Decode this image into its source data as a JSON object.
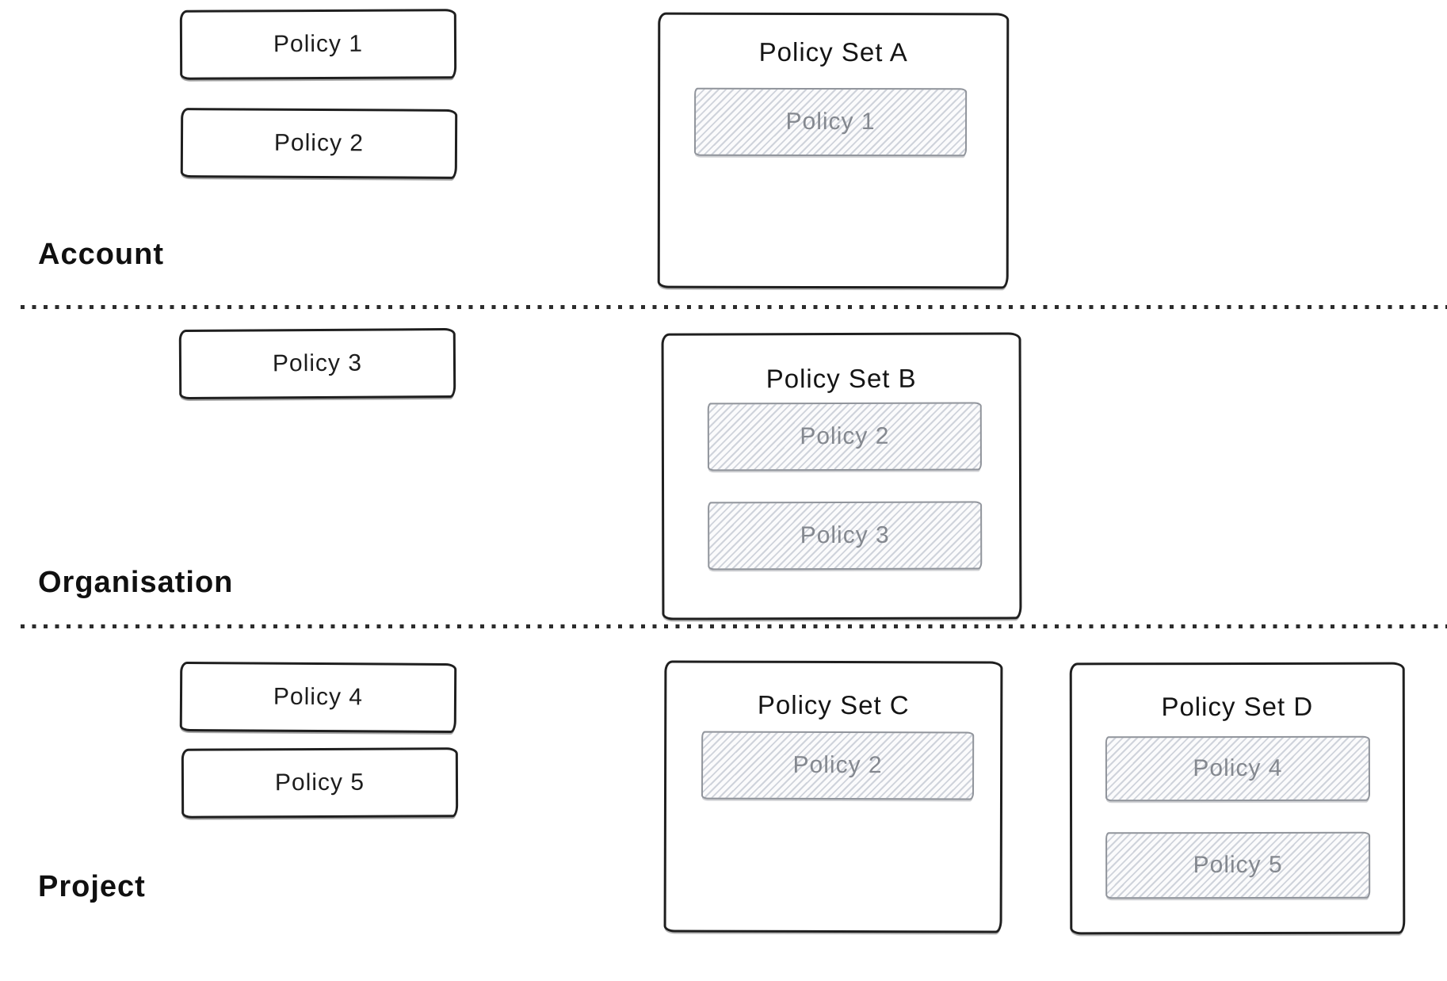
{
  "diagram": {
    "tiers": {
      "account": {
        "label": "Account"
      },
      "organisation": {
        "label": "Organisation"
      },
      "project": {
        "label": "Project"
      }
    },
    "policies": {
      "p1": {
        "label": "Policy 1"
      },
      "p2": {
        "label": "Policy 2"
      },
      "p3": {
        "label": "Policy 3"
      },
      "p4": {
        "label": "Policy 4"
      },
      "p5": {
        "label": "Policy 5"
      }
    },
    "sets": {
      "a": {
        "title": "Policy Set A",
        "members": {
          "m1": "Policy 1"
        }
      },
      "b": {
        "title": "Policy Set B",
        "members": {
          "m1": "Policy 2",
          "m2": "Policy 3"
        }
      },
      "c": {
        "title": "Policy Set C",
        "members": {
          "m1": "Policy 2"
        }
      },
      "d": {
        "title": "Policy Set D",
        "members": {
          "m1": "Policy 4",
          "m2": "Policy 5"
        }
      }
    },
    "colors": {
      "ink": "#1f1f1f",
      "hatch_border": "#90949b",
      "hatch_stroke": "#c7ccd5",
      "hatch_text": "#84888f",
      "separator": "#2c2c2c",
      "background": "#ffffff"
    }
  }
}
